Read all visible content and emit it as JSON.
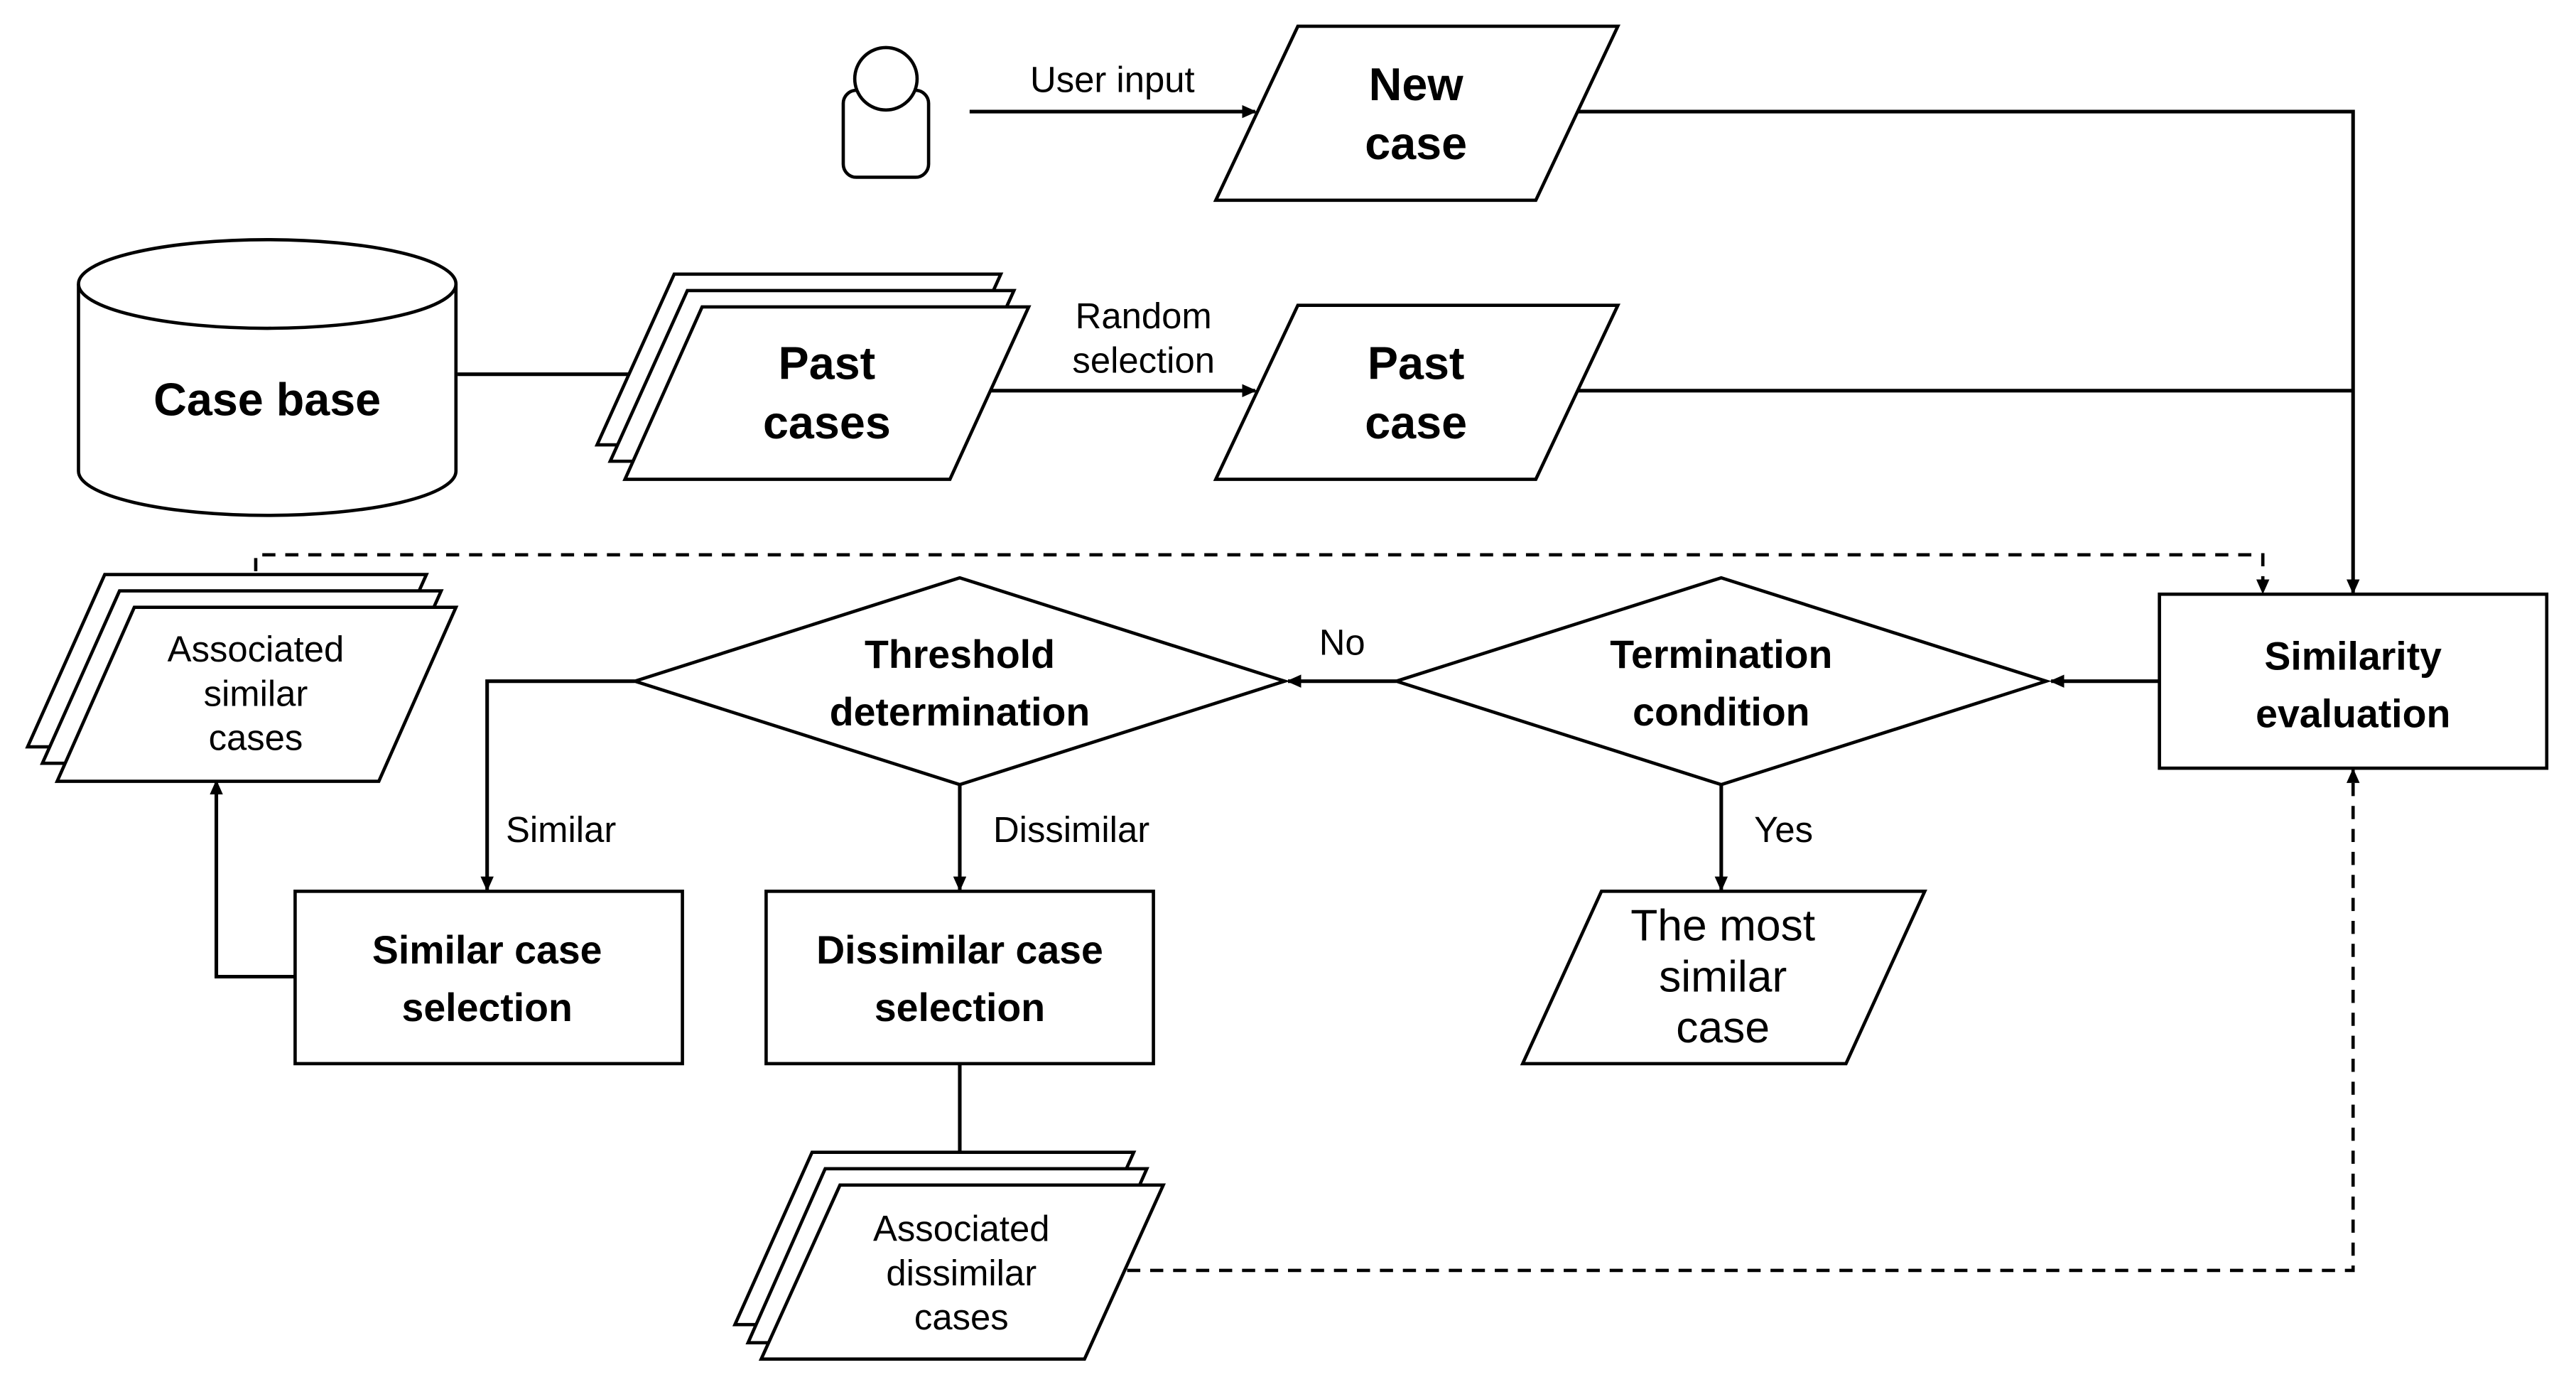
{
  "colors": {
    "stroke": "#000000",
    "text": "#000000",
    "highlight": "#e8000b",
    "background": "#ffffff"
  },
  "nodes": {
    "user_icon": "user-icon",
    "new_case": [
      "New",
      "case"
    ],
    "case_base": "Case base",
    "past_cases": [
      "Past",
      "cases"
    ],
    "past_case": [
      "Past",
      "case"
    ],
    "similarity_evaluation": [
      "Similarity",
      "evaluation"
    ],
    "termination_condition": [
      "Termination",
      "condition"
    ],
    "threshold_determination": [
      "Threshold",
      "determination"
    ],
    "associated_similar_cases": [
      "Associated",
      "similar",
      "cases"
    ],
    "similar_case_selection": [
      "Similar case",
      "selection"
    ],
    "dissimilar_case_selection": [
      "Dissimilar case",
      "selection"
    ],
    "associated_dissimilar_cases": [
      "Associated",
      "dissimilar",
      "cases"
    ],
    "most_similar_case": [
      "The most",
      "similar",
      "case"
    ]
  },
  "edge_labels": {
    "user_input": "User input",
    "random_selection": [
      "Random",
      "selection"
    ],
    "no": "No",
    "yes": "Yes",
    "similar": "Similar",
    "dissimilar": "Dissimilar"
  }
}
